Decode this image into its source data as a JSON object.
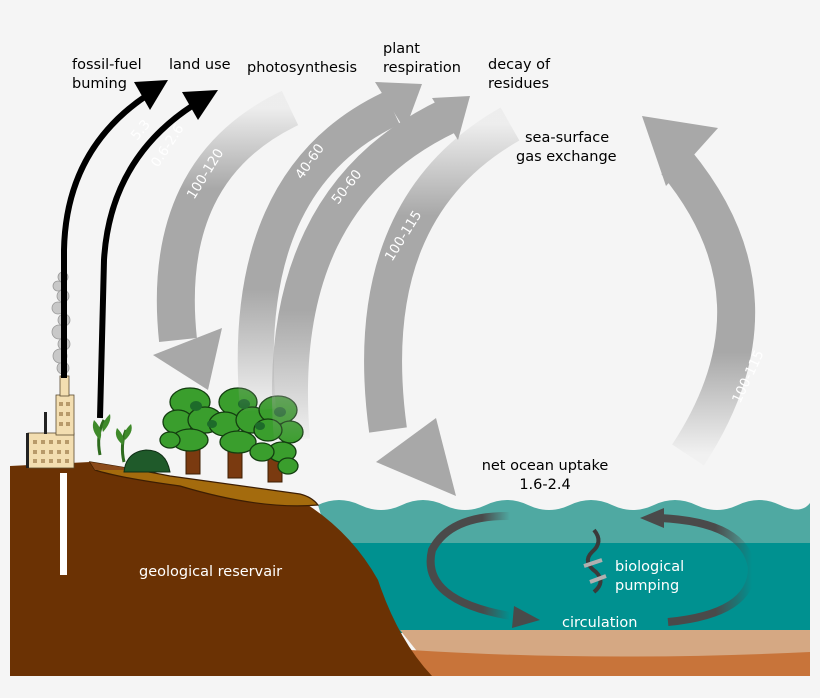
{
  "labels": {
    "fossil_fuel": [
      "fossil-fuel",
      "buming"
    ],
    "land_use": "land use",
    "photosynthesis": "photosynthesis",
    "plant_respiration": [
      "plant",
      "respiration"
    ],
    "decay": [
      "decay of",
      "residues"
    ],
    "sea_surface": [
      "sea-surface",
      "gas exchange"
    ],
    "net_uptake": [
      "net ocean uptake",
      "1.6-2.4"
    ],
    "geological": "geological reservair",
    "bio_pumping": [
      "biological",
      "pumping"
    ],
    "circulation": "circulation"
  },
  "fluxes": {
    "fossil": "5.3",
    "landuse": "0.6-2.6",
    "photo": "100-120",
    "resp": "40-60",
    "decay": "50-60",
    "sea_down": "100-115",
    "sea_up": "100-115"
  },
  "colors": {
    "background": "#f5f5f5",
    "earth": "#6b3204",
    "soil_layer": "#a46b0d",
    "ocean_surface": "#4fa9a2",
    "ocean_deep": "#009190",
    "sediment_light": "#d5a883",
    "sediment_dark": "#c8743a",
    "tree_green": "#3a9e2d",
    "trunk": "#7a3a10",
    "flux_arrow": "#a8a8a8",
    "black_arrow": "#000000",
    "circulation_arrow": "#4a4a4a",
    "factory": "#f3deb1"
  }
}
